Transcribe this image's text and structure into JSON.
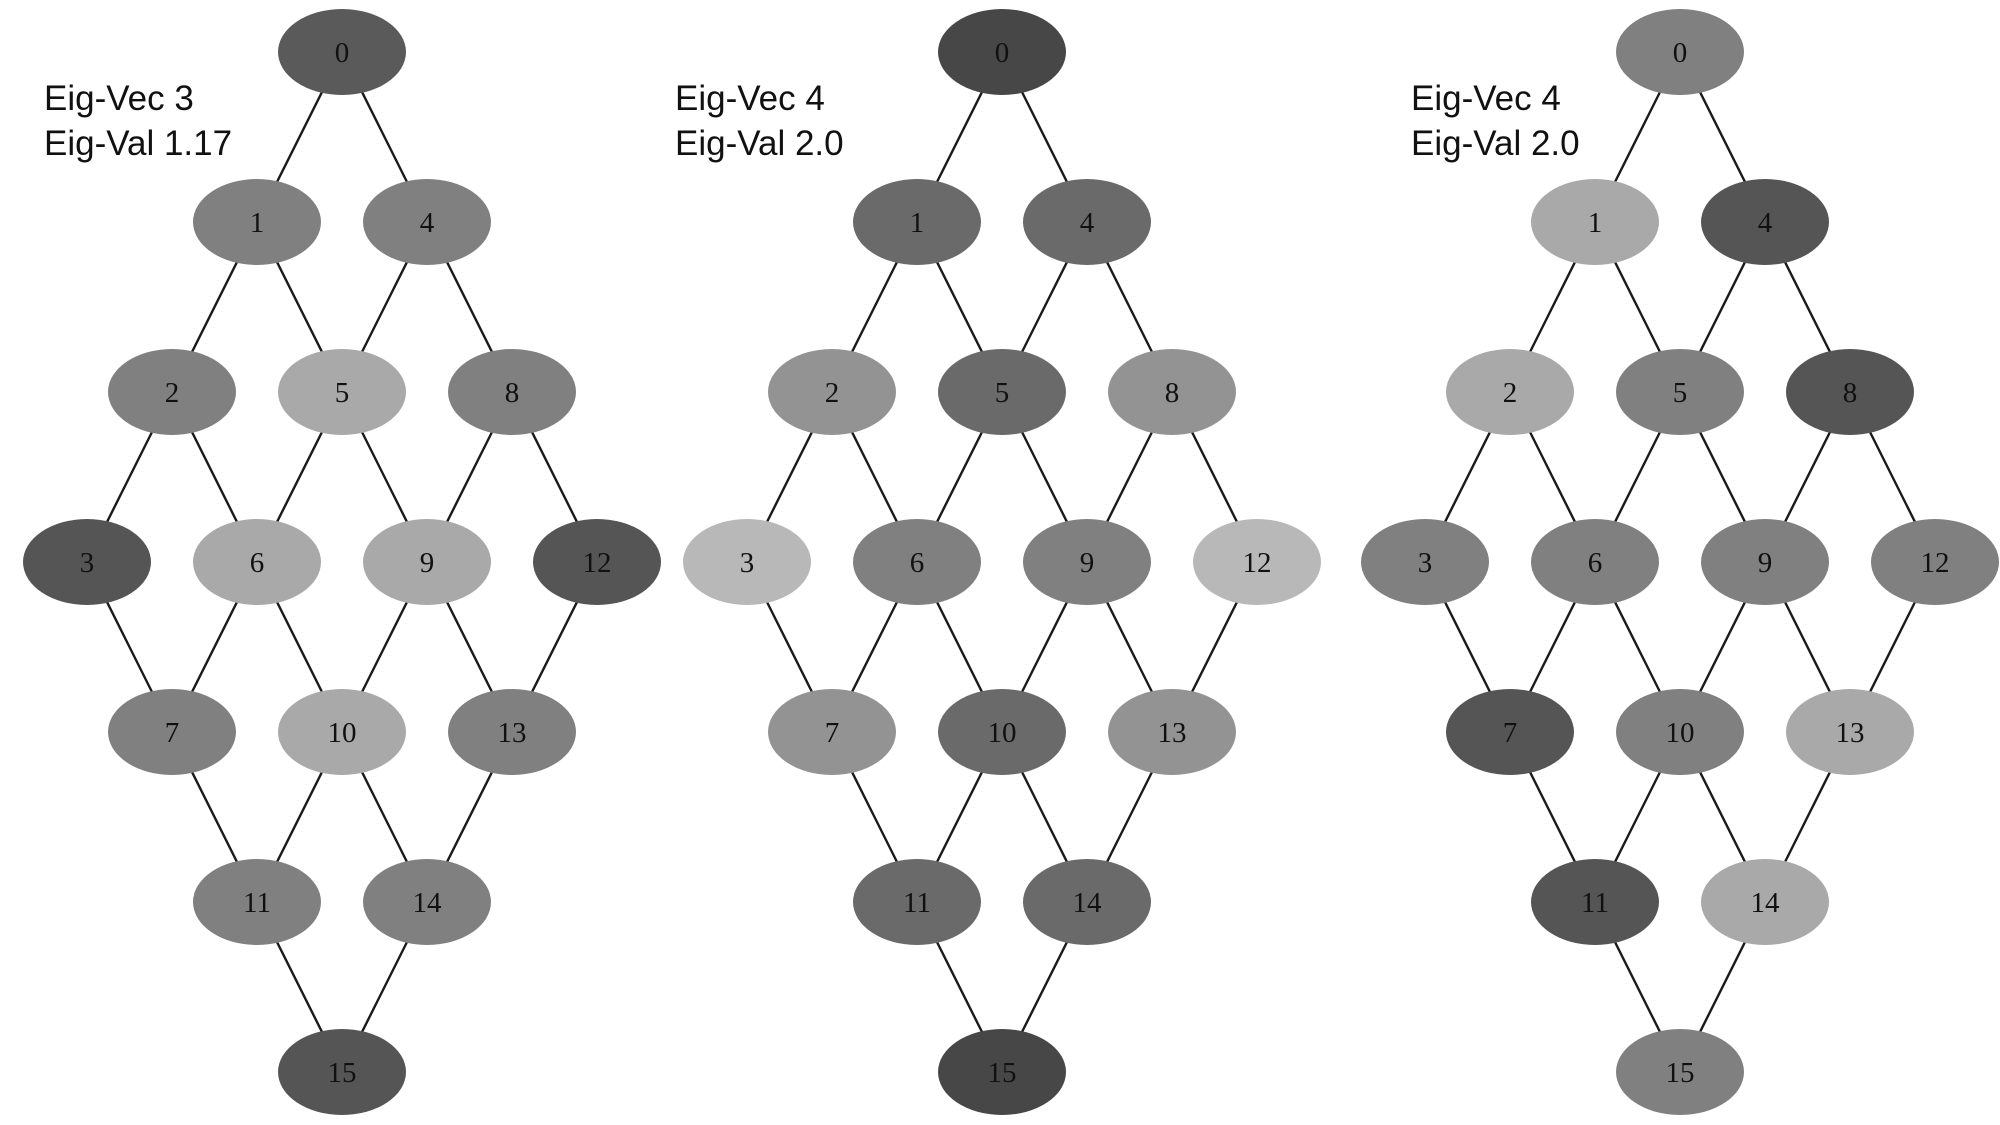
{
  "panels": [
    {
      "eigvec_label": "Eig-Vec 3",
      "eigval_label": "Eig-Val 1.17",
      "node_shades": {
        "0": "#5a5a5a",
        "1": "#808080",
        "2": "#808080",
        "3": "#555555",
        "4": "#808080",
        "5": "#a9a9a9",
        "6": "#a9a9a9",
        "7": "#808080",
        "8": "#808080",
        "9": "#a9a9a9",
        "10": "#a9a9a9",
        "11": "#808080",
        "12": "#555555",
        "13": "#808080",
        "14": "#808080",
        "15": "#555555"
      }
    },
    {
      "eigvec_label": "Eig-Vec 4",
      "eigval_label": "Eig-Val 2.0",
      "node_shades": {
        "0": "#474747",
        "1": "#6a6a6a",
        "2": "#939393",
        "3": "#b8b8b8",
        "4": "#6a6a6a",
        "5": "#6a6a6a",
        "6": "#808080",
        "7": "#939393",
        "8": "#939393",
        "9": "#808080",
        "10": "#6a6a6a",
        "11": "#6a6a6a",
        "12": "#b8b8b8",
        "13": "#939393",
        "14": "#6a6a6a",
        "15": "#474747"
      }
    },
    {
      "eigvec_label": "Eig-Vec 4",
      "eigval_label": "Eig-Val 2.0",
      "node_shades": {
        "0": "#808080",
        "1": "#a9a9a9",
        "2": "#a9a9a9",
        "3": "#808080",
        "4": "#555555",
        "5": "#808080",
        "6": "#808080",
        "7": "#555555",
        "8": "#555555",
        "9": "#808080",
        "10": "#808080",
        "11": "#555555",
        "12": "#808080",
        "13": "#a9a9a9",
        "14": "#a9a9a9",
        "15": "#808080"
      }
    }
  ],
  "nodes": [
    "0",
    "1",
    "2",
    "3",
    "4",
    "5",
    "6",
    "7",
    "8",
    "9",
    "10",
    "11",
    "12",
    "13",
    "14",
    "15"
  ],
  "edges": [
    [
      "0",
      "1"
    ],
    [
      "0",
      "4"
    ],
    [
      "1",
      "2"
    ],
    [
      "1",
      "5"
    ],
    [
      "4",
      "5"
    ],
    [
      "4",
      "8"
    ],
    [
      "2",
      "3"
    ],
    [
      "2",
      "6"
    ],
    [
      "5",
      "6"
    ],
    [
      "5",
      "9"
    ],
    [
      "8",
      "9"
    ],
    [
      "8",
      "12"
    ],
    [
      "3",
      "7"
    ],
    [
      "6",
      "7"
    ],
    [
      "6",
      "10"
    ],
    [
      "9",
      "10"
    ],
    [
      "9",
      "13"
    ],
    [
      "12",
      "13"
    ],
    [
      "7",
      "11"
    ],
    [
      "10",
      "11"
    ],
    [
      "10",
      "14"
    ],
    [
      "13",
      "14"
    ],
    [
      "11",
      "15"
    ],
    [
      "14",
      "15"
    ]
  ]
}
